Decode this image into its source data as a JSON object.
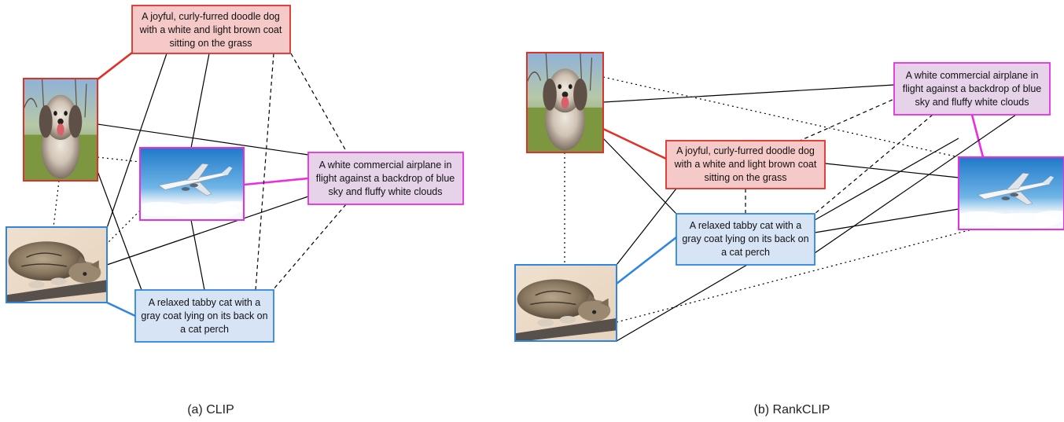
{
  "panels": [
    {
      "id": "clip",
      "caption": "(a) CLIP",
      "captions_text": {
        "dog": [
          "A joyful, curly-furred doodle dog",
          "with a white and light brown coat",
          "sitting on the grass"
        ],
        "plane": [
          "A white commercial airplane in",
          "flight against a backdrop of blue",
          "sky and fluffy white clouds"
        ],
        "cat": [
          "A relaxed tabby cat with a",
          "gray coat lying on its back on",
          "a cat perch"
        ]
      }
    },
    {
      "id": "rankclip",
      "caption": "(b) RankCLIP",
      "captions_text": {
        "dog": [
          "A joyful, curly-furred doodle dog",
          "with a white and light brown coat",
          "sitting on the grass"
        ],
        "plane": [
          "A white commercial airplane in",
          "flight against a backdrop of blue",
          "sky and fluffy white clouds"
        ],
        "cat": [
          "A relaxed tabby cat with a",
          "gray coat lying on its back on",
          "a cat perch"
        ]
      }
    }
  ],
  "images": {
    "dog": "photo of a curly-furred doodle dog sitting on grass",
    "plane": "photo of a white airplane above clouds",
    "cat": "photo of a tabby cat lying on a cat perch"
  },
  "colors": {
    "dog_border": "#e0302a",
    "dog_fill": "#f5c9c7",
    "plane_border": "#e82ee0",
    "plane_fill": "#e6d3ea",
    "cat_border": "#2f86e0",
    "cat_fill": "#d6e4f5",
    "line": "#000000"
  }
}
